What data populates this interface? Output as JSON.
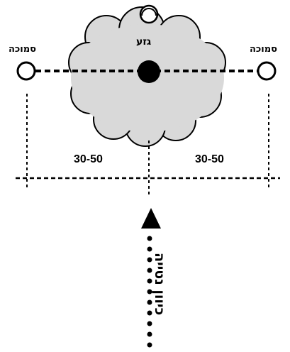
{
  "labels": {
    "support_left": "סמוכה",
    "support_right": "סמוכה",
    "trunk": "גזע",
    "distance_left": "30-50",
    "distance_right": "30-50",
    "arrow": "כיוון נטייה"
  },
  "colors": {
    "line": "#000000",
    "crown_fill": "#d9d9d9",
    "background": "#ffffff"
  }
}
